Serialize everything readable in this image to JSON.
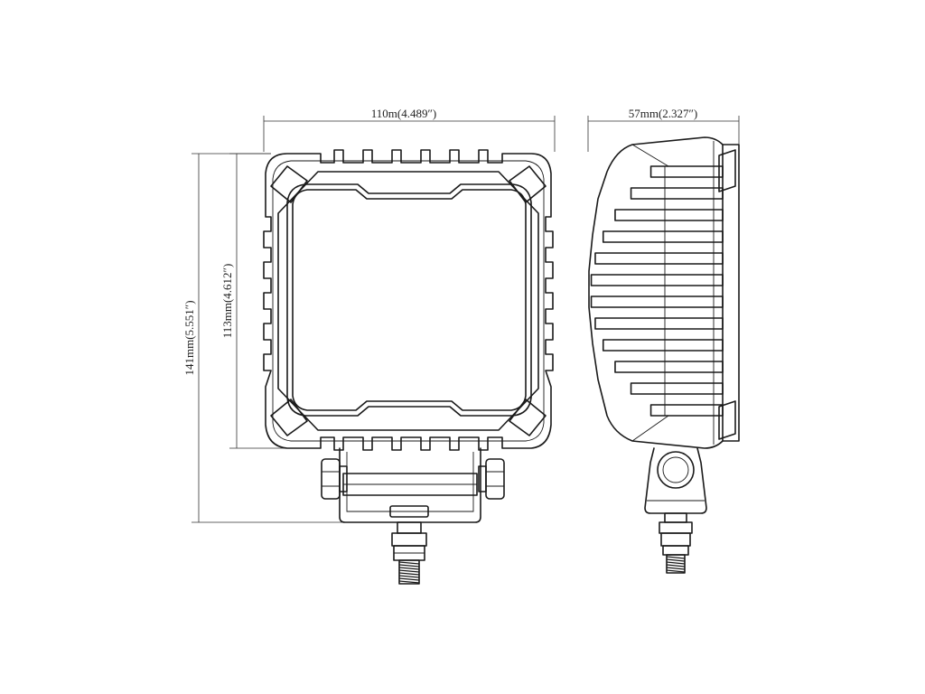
{
  "drawing": {
    "dimensions": {
      "front_width": "110m(4.489″)",
      "front_height_outer": "141mm(5.551″)",
      "front_height_inner": "113mm(4.612″)",
      "side_depth": "57mm(2.327″)"
    },
    "colors": {
      "line": "#1a1a1a",
      "background": "#ffffff"
    }
  }
}
